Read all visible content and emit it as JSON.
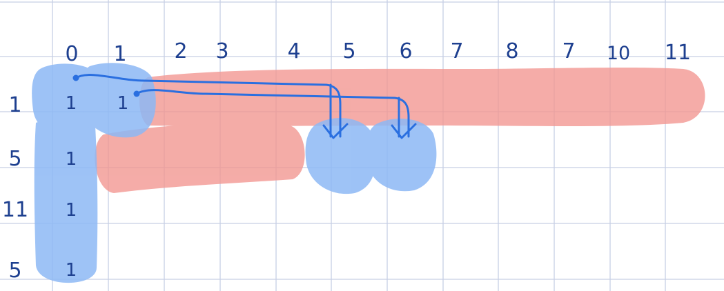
{
  "colors": {
    "paper": "#ffffff",
    "grid": "#c7cfe4",
    "ink": "#1d3f8f",
    "highlight_blue": "#8db8f5",
    "highlight_red": "#f2958f",
    "arrow": "#2a6fe0"
  },
  "column_headers": [
    "0",
    "1",
    "2",
    "3",
    "4",
    "5",
    "6",
    "7",
    "8",
    "7",
    "10",
    "11"
  ],
  "row_headers": [
    "1",
    "5",
    "11",
    "5"
  ],
  "cells": [
    {
      "row": 0,
      "col": 0,
      "text": "1"
    },
    {
      "row": 0,
      "col": 1,
      "text": "1"
    },
    {
      "row": 1,
      "col": 0,
      "text": "1"
    },
    {
      "row": 2,
      "col": 0,
      "text": "1"
    },
    {
      "row": 3,
      "col": 0,
      "text": "1"
    }
  ],
  "arrows": [
    {
      "from_row": 0,
      "from_col": 0,
      "to_row": 1,
      "to_col": 5
    },
    {
      "from_row": 0,
      "from_col": 1,
      "to_row": 1,
      "to_col": 6
    }
  ]
}
